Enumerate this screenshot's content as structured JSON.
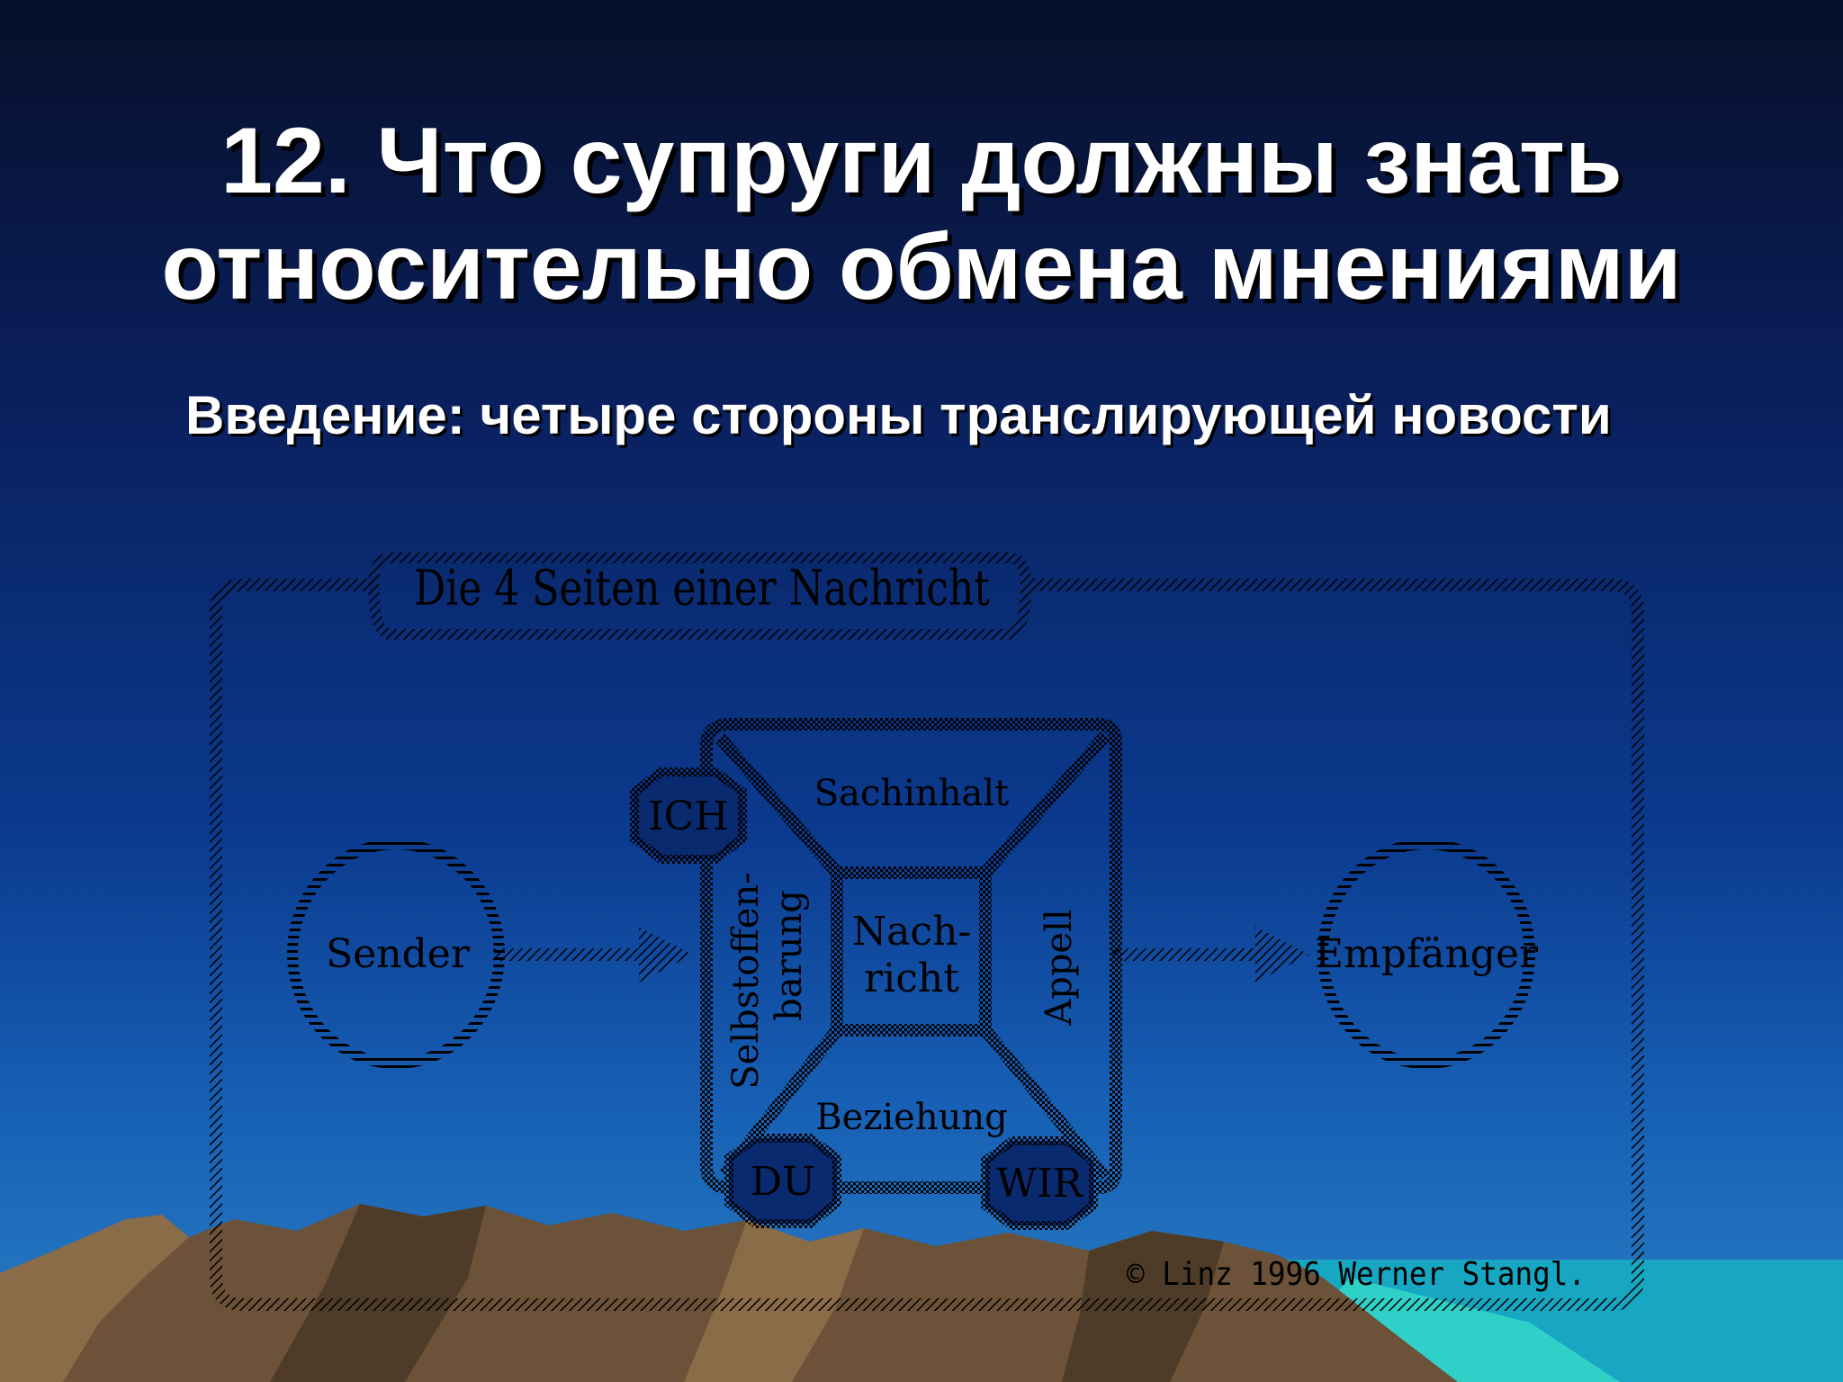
{
  "title": {
    "line1": "12. Что супруги должны знать",
    "line2": "относительно обмена мнениями"
  },
  "subtitle": "Введение: четыре стороны транслирующей новости",
  "diagram": {
    "frame_title": "Die 4 Seiten einer Nachricht",
    "sender": "Sender",
    "receiver": "Empfänger",
    "center_line1": "Nach-",
    "center_line2": "richt",
    "top_side": "Sachinhalt",
    "bottom_side": "Beziehung",
    "left_side_line1": "Selbstoffen-",
    "left_side_line2": "barung",
    "right_side": "Appell",
    "ich": "ICH",
    "du": "DU",
    "wir": "WIR",
    "copyright": "© Linz 1996 Werner Stangl."
  },
  "colors": {
    "line": "#000000",
    "sky_top": "#07102a",
    "sky_bottom": "#2a7fc4",
    "mountain": "#6b5238",
    "sea": "#1fb8c4"
  }
}
